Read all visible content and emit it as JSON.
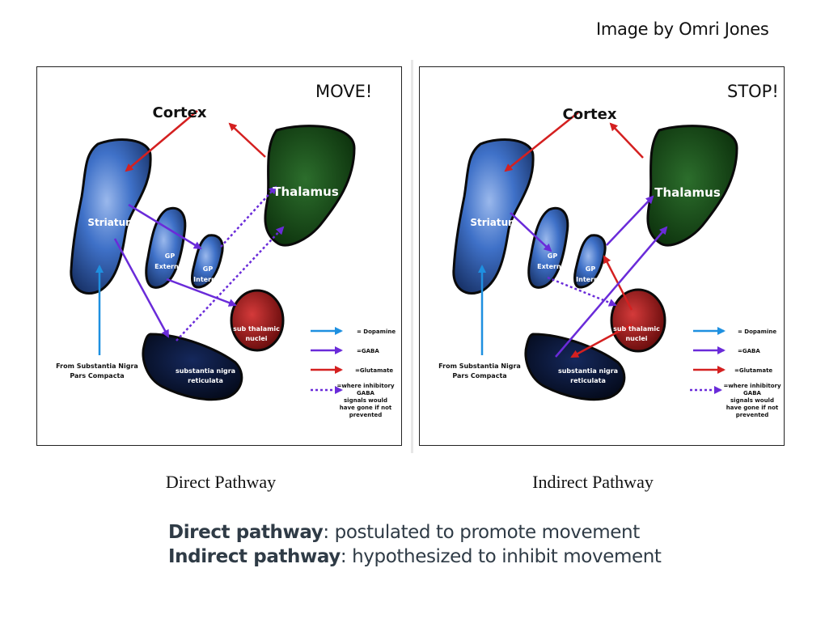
{
  "credit": "Image by Omri Jones",
  "panels": {
    "direct": {
      "state": "MOVE!",
      "caption": "Direct Pathway"
    },
    "indirect": {
      "state": "STOP!",
      "caption": "Indirect Pathway"
    }
  },
  "regions": {
    "cortex": "Cortex",
    "thalamus": "Thalamus",
    "striatum": "Striatum",
    "gp_external": [
      "GP",
      "External"
    ],
    "gp_internal": [
      "GP",
      "Internal"
    ],
    "stn": [
      "sub thalamic",
      "nuclei"
    ],
    "snr": [
      "substantia nigra",
      "reticulata"
    ],
    "snc": [
      "From Substantia Nigra",
      "Pars Compacta"
    ]
  },
  "legend": {
    "dopamine": "= Dopamine",
    "gaba": "=GABA",
    "glutamate": "=Glutamate",
    "prevented": [
      "=where inhibitory",
      "GABA",
      "signals would",
      "have gone if not",
      "prevented"
    ]
  },
  "colors": {
    "dopamine": "#1e90e0",
    "gaba": "#6a2bd9",
    "glutamate": "#d42020",
    "striatum": "#3b6fc4",
    "thalamus": "#1d5a1d",
    "stn": "#b01515",
    "snr": "#0a1535"
  },
  "summary": {
    "line1_bold": "Direct pathway",
    "line1_rest": ": postulated to promote movement",
    "line2_bold": "Indirect pathway",
    "line2_rest": ": hypothesized to inhibit movement"
  }
}
